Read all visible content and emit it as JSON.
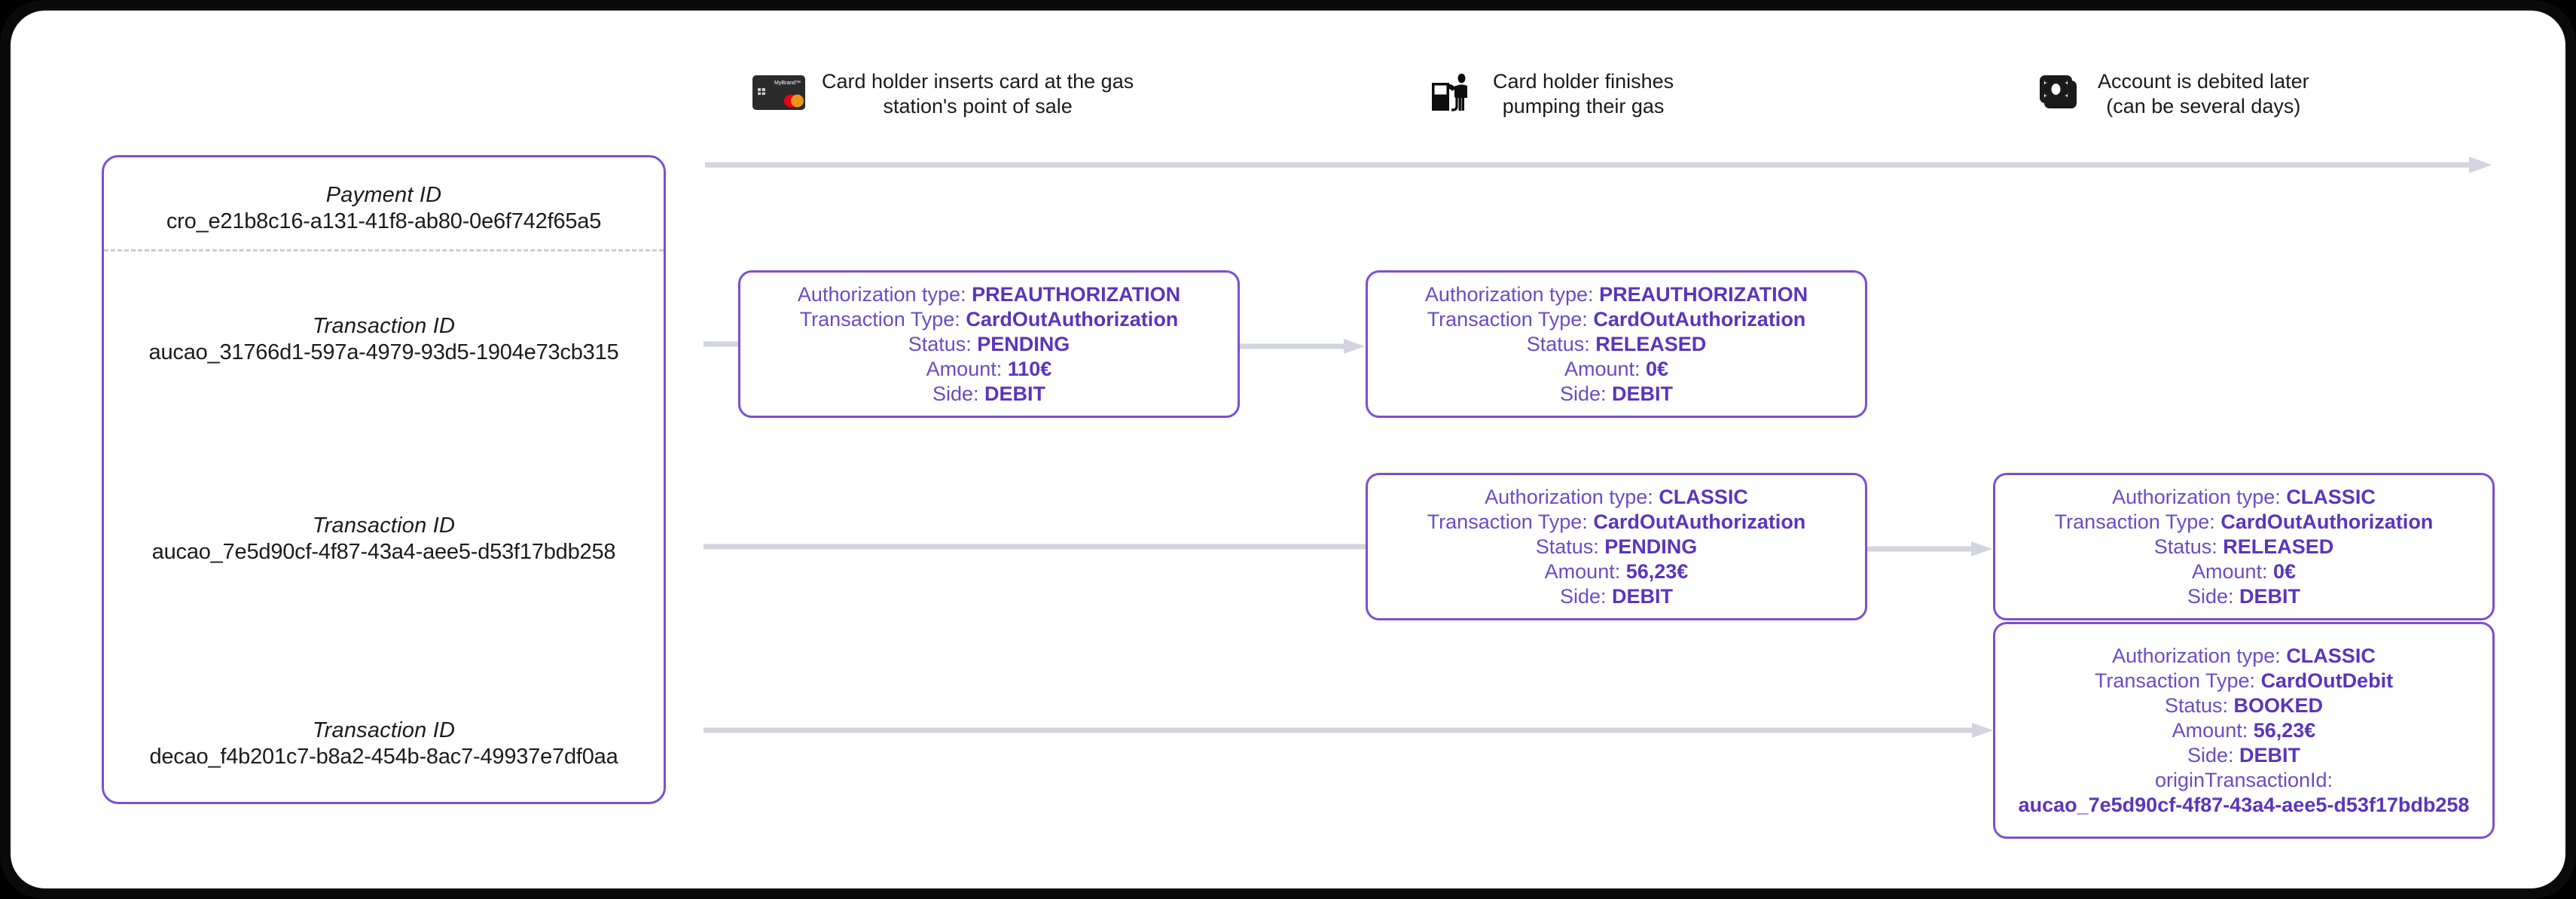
{
  "payment_panel": {
    "payment": {
      "label": "Payment ID",
      "value": "cro_e21b8c16-a131-41f8-ab80-0e6f742f65a5"
    },
    "transactions": [
      {
        "label": "Transaction ID",
        "value": "aucao_31766d1-597a-4979-93d5-1904e73cb315"
      },
      {
        "label": "Transaction ID",
        "value": "aucao_7e5d90cf-4f87-43a4-aee5-d53f17bdb258"
      },
      {
        "label": "Transaction ID",
        "value": "decao_f4b201c7-b8a2-454b-8ac7-49937e7df0aa"
      }
    ]
  },
  "timeline": {
    "steps": [
      {
        "icon": "credit-card-icon",
        "caption": "Card holder inserts card at the gas\nstation's point of sale",
        "card_brand_text": "MyBrand™"
      },
      {
        "icon": "gas-pump-person-icon",
        "caption": "Card holder finishes\npumping their gas"
      },
      {
        "icon": "banknotes-icon",
        "caption": "Account is debited later\n(can be several days)"
      }
    ]
  },
  "cards": [
    {
      "id": "card-a",
      "rows": [
        {
          "label": "Authorization type:",
          "value": "PREAUTHORIZATION"
        },
        {
          "label": "Transaction Type:",
          "value": "CardOutAuthorization"
        },
        {
          "label": "Status:",
          "value": "PENDING"
        },
        {
          "label": "Amount:",
          "value": "110€"
        },
        {
          "label": "Side:",
          "value": "DEBIT"
        }
      ]
    },
    {
      "id": "card-b",
      "rows": [
        {
          "label": "Authorization type:",
          "value": "PREAUTHORIZATION"
        },
        {
          "label": "Transaction Type:",
          "value": "CardOutAuthorization"
        },
        {
          "label": "Status:",
          "value": "RELEASED"
        },
        {
          "label": "Amount:",
          "value": "0€"
        },
        {
          "label": "Side:",
          "value": "DEBIT"
        }
      ]
    },
    {
      "id": "card-c",
      "rows": [
        {
          "label": "Authorization type:",
          "value": "CLASSIC"
        },
        {
          "label": "Transaction Type:",
          "value": "CardOutAuthorization"
        },
        {
          "label": "Status:",
          "value": "PENDING"
        },
        {
          "label": "Amount:",
          "value": "56,23€"
        },
        {
          "label": "Side:",
          "value": "DEBIT"
        }
      ]
    },
    {
      "id": "card-d",
      "rows": [
        {
          "label": "Authorization type:",
          "value": "CLASSIC"
        },
        {
          "label": "Transaction Type:",
          "value": "CardOutAuthorization"
        },
        {
          "label": "Status:",
          "value": "RELEASED"
        },
        {
          "label": "Amount:",
          "value": "0€"
        },
        {
          "label": "Side:",
          "value": "DEBIT"
        }
      ]
    },
    {
      "id": "card-e",
      "rows": [
        {
          "label": "Authorization type:",
          "value": "CLASSIC"
        },
        {
          "label": "Transaction Type:",
          "value": "CardOutDebit"
        },
        {
          "label": "Status:",
          "value": "BOOKED"
        },
        {
          "label": "Amount:",
          "value": "56,23€"
        },
        {
          "label": "Side:",
          "value": "DEBIT"
        }
      ],
      "origin_label": "originTransactionId:",
      "origin_value": "aucao_7e5d90cf-4f87-43a4-aee5-d53f17bdb258"
    }
  ],
  "colors": {
    "accent_purple": "#7c4fd0",
    "value_purple": "#5b34bd",
    "label_purple": "#6b4bc4",
    "connector_gray": "#d3d4df",
    "divider_gray": "#c9cbd9",
    "frame_black": "#0a0a0a"
  }
}
